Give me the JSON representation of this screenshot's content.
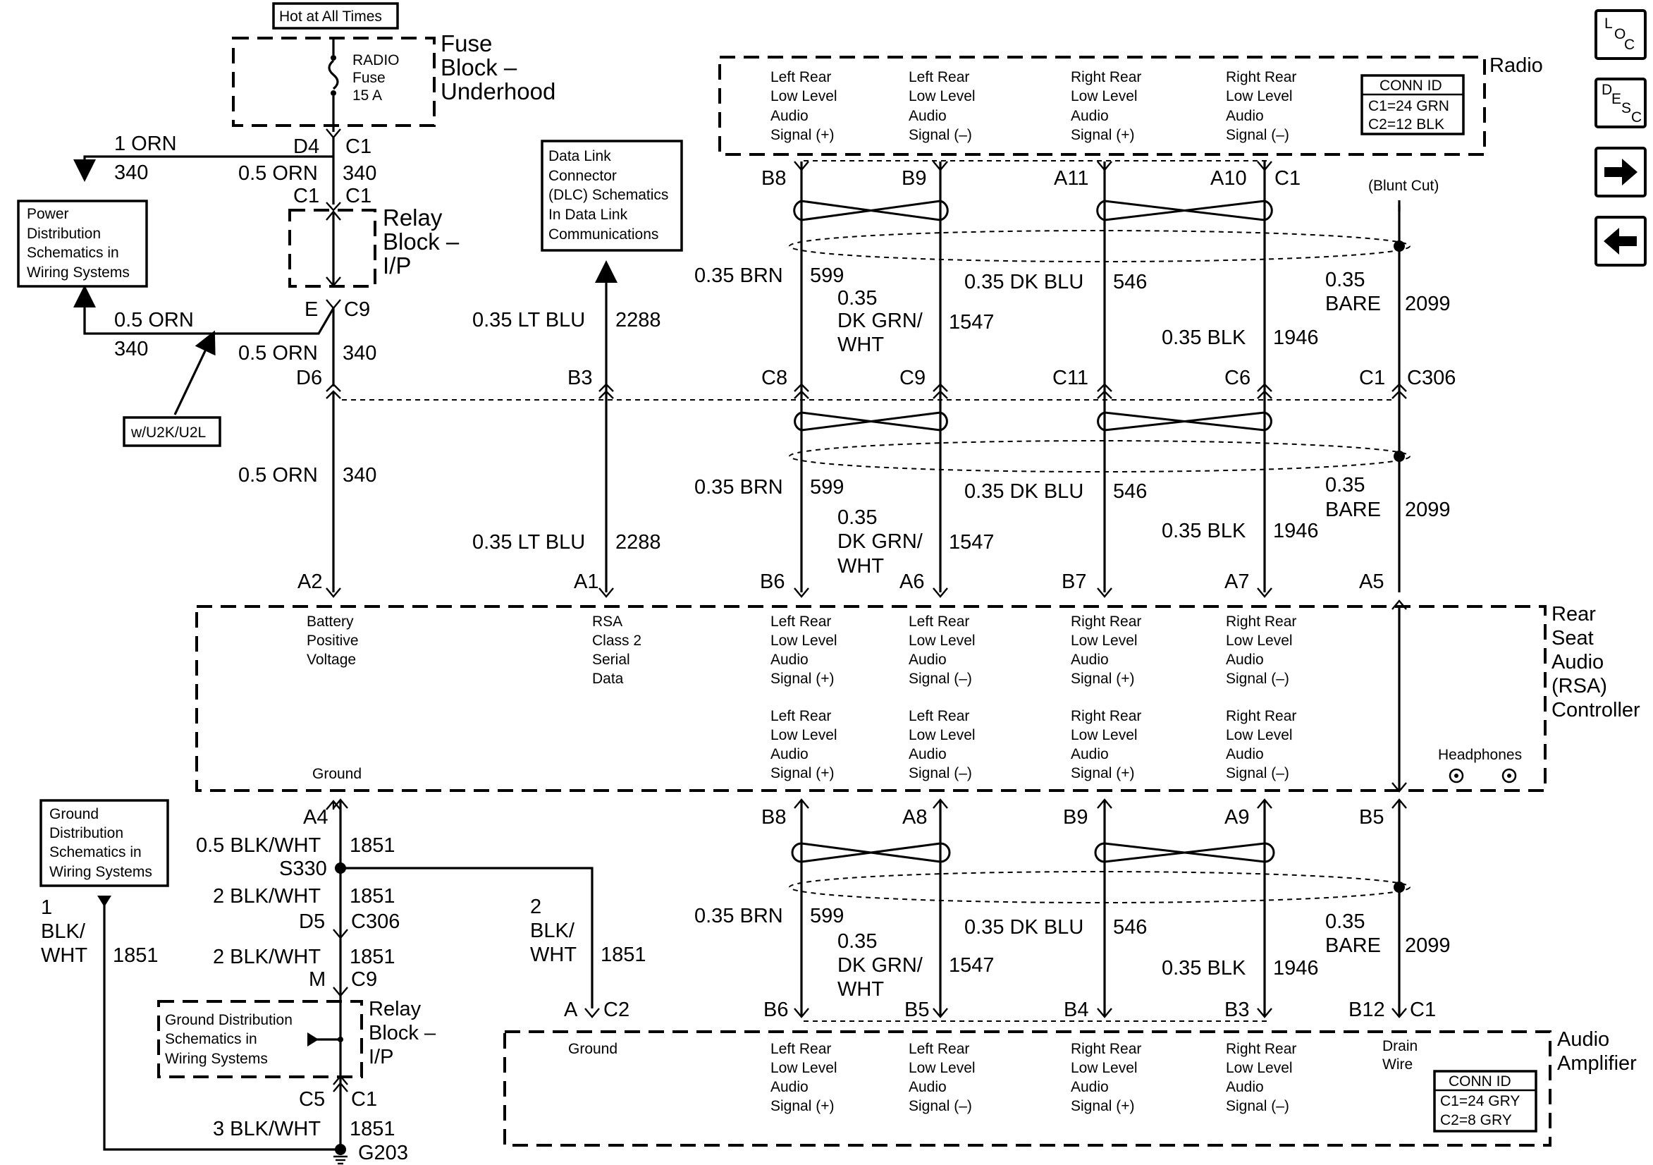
{
  "nav": {
    "loc": [
      "L",
      "O",
      "C"
    ],
    "desc": [
      "D",
      "E",
      "S",
      "C"
    ]
  },
  "labels": {
    "hot_at_all_times": "Hot at All Times",
    "radio_fuse": [
      "RADIO",
      "Fuse",
      "15 A"
    ],
    "fuse_block": [
      "Fuse",
      "Block –",
      "Underhood"
    ],
    "relay_block_top": [
      "Relay",
      "Block –",
      "I/P"
    ],
    "relay_block_bottom": [
      "Relay",
      "Block –",
      "I/P"
    ],
    "power_dist": [
      "Power",
      "Distribution",
      "Schematics in",
      "Wiring Systems"
    ],
    "dlc": [
      "Data Link",
      "Connector",
      "(DLC) Schematics",
      "In Data Link",
      "Communications"
    ],
    "option": "w/U2K/U2L",
    "radio": "Radio",
    "radio_conn": [
      "CONN ID",
      "C1=24 GRN",
      "C2=12 BLK"
    ],
    "blunt_cut": "(Blunt Cut)",
    "rsa": [
      "Rear",
      "Seat",
      "Audio",
      "(RSA)",
      "Controller"
    ],
    "amp": [
      "Audio",
      "Amplifier"
    ],
    "amp_conn": [
      "CONN ID",
      "C1=24 GRY",
      "C2=8 GRY"
    ],
    "ground_dist_left": [
      "Ground",
      "Distribution",
      "Schematics in",
      "Wiring Systems"
    ],
    "ground_dist_box": [
      "Ground Distribution",
      "Schematics in",
      "Wiring Systems"
    ],
    "headphones": "Headphones",
    "battery": [
      "Battery",
      "Positive",
      "Voltage"
    ],
    "rsa_class2": [
      "RSA",
      "Class 2",
      "Serial",
      "Data"
    ],
    "ground": "Ground",
    "amp_ground": "Ground",
    "drain_wire": [
      "Drain",
      "Wire"
    ],
    "sig_lrp": [
      "Left Rear",
      "Low Level",
      "Audio",
      "Signal (+)"
    ],
    "sig_lrm": [
      "Left Rear",
      "Low Level",
      "Audio",
      "Signal (–)"
    ],
    "sig_rrp": [
      "Right Rear",
      "Low Level",
      "Audio",
      "Signal (+)"
    ],
    "sig_rrm": [
      "Right Rear",
      "Low Level",
      "Audio",
      "Signal (–)"
    ]
  },
  "pins": {
    "d4": "D4",
    "c1_fuse": "C1",
    "c1_rb_l": "C1",
    "c1_rb_r": "C1",
    "e": "E",
    "c9_top": "C9",
    "d6": "D6",
    "b3": "B3",
    "b8_top": "B8",
    "b9_top": "B9",
    "a11": "A11",
    "a10": "A10",
    "c1_radio": "C1",
    "c8": "C8",
    "c9_mid": "C9",
    "c11": "C11",
    "c6": "C6",
    "c1_c306": "C1",
    "c306": "C306",
    "a2": "A2",
    "a1": "A1",
    "b6_rsa": "B6",
    "a6": "A6",
    "b7": "B7",
    "a7": "A7",
    "a5": "A5",
    "a4": "A4",
    "s330": "S330",
    "d5": "D5",
    "c306_lower": "C306",
    "m": "M",
    "c9_lower": "C9",
    "c5": "C5",
    "c1_lower": "C1",
    "g203": "G203",
    "a_amp": "A",
    "c2_amp": "C2",
    "b8_low": "B8",
    "a8": "A8",
    "b9_low": "B9",
    "a9": "A9",
    "b5_low": "B5",
    "b6_amp": "B6",
    "b5_amp": "B5",
    "b4": "B4",
    "b3_amp": "B3",
    "b12": "B12",
    "c1_amp": "C1"
  },
  "wires": {
    "orn1_size": "1 ORN",
    "orn1_circ": "340",
    "orn05_a_size": "0.5 ORN",
    "orn05_a_circ": "340",
    "orn05_b_size": "0.5 ORN",
    "orn05_b_circ": "340",
    "orn05_c_size": "0.5 ORN",
    "orn05_c_circ": "340",
    "orn05_d_size": "0.5 ORN",
    "orn05_d_circ": "340",
    "ltblu_a_size": "0.35 LT BLU",
    "ltblu_a_circ": "2288",
    "ltblu_b_size": "0.35 LT BLU",
    "ltblu_b_circ": "2288",
    "brn_size": "0.35 BRN",
    "brn_circ": "599",
    "dkgrn_size": [
      "0.35",
      "DK GRN/",
      "WHT"
    ],
    "dkgrn_circ": "1547",
    "dkblu_size": "0.35 DK BLU",
    "dkblu_circ": "546",
    "blk_size": "0.35 BLK",
    "blk_circ": "1946",
    "bare_size": [
      "0.35",
      "BARE"
    ],
    "bare_circ": "2099",
    "bw05_size": "0.5 BLK/WHT",
    "bw05_circ": "1851",
    "bw2a_size": "2 BLK/WHT",
    "bw2a_circ": "1851",
    "bw2b_size": "2 BLK/WHT",
    "bw2b_circ": "1851",
    "bw3_size": "3 BLK/WHT",
    "bw3_circ": "1851",
    "bw1_size": [
      "1",
      "BLK/",
      "WHT"
    ],
    "bw1_circ": "1851",
    "bw2c_size": [
      "2",
      "BLK/",
      "WHT"
    ],
    "bw2c_circ": "1851"
  }
}
